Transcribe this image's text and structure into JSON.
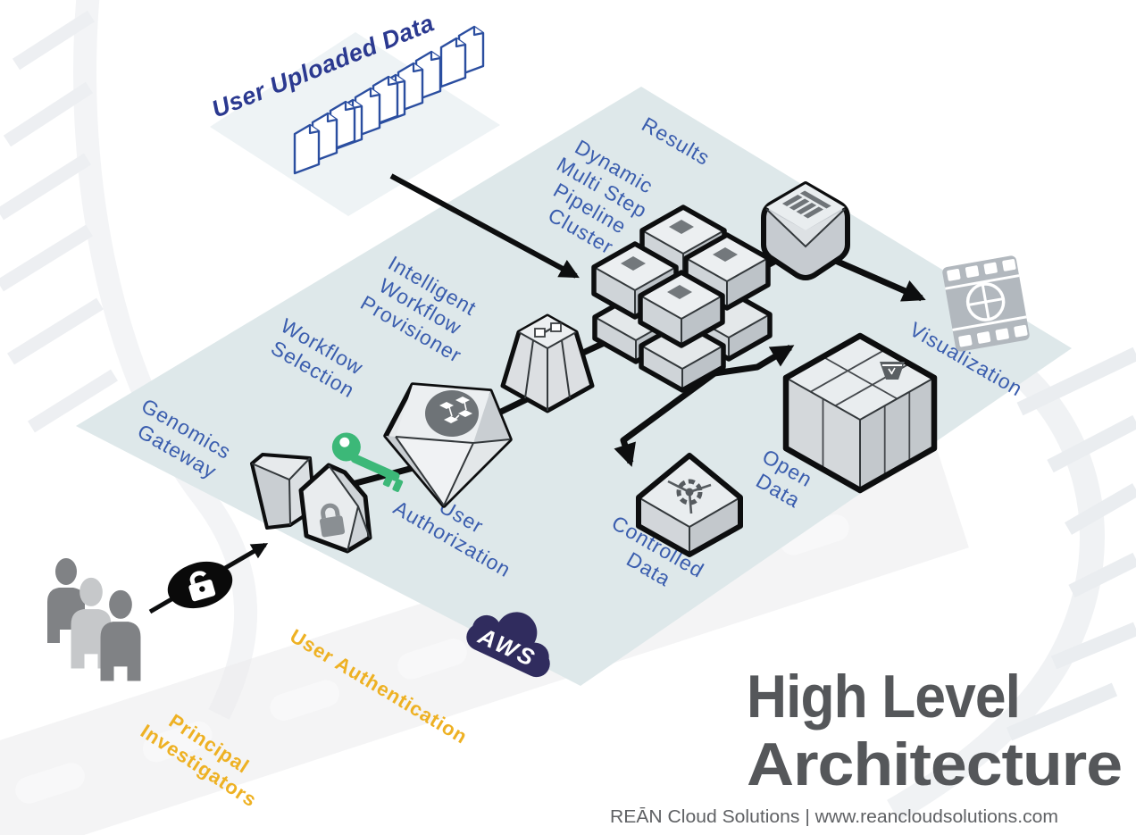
{
  "diagram": {
    "labels": {
      "user_uploaded_data": "User Uploaded Data",
      "results": "Results",
      "pipeline": [
        "Dynamic",
        "Multi Step",
        "Pipeline",
        "Cluster"
      ],
      "provisioner": [
        "Intelligent",
        "Workflow",
        "Provisioner"
      ],
      "workflow_selection": [
        "Workflow",
        "Selection"
      ],
      "genomics_gateway": [
        "Genomics",
        "Gateway"
      ],
      "user_authorization": [
        "User",
        "Authorization"
      ],
      "controlled_data": [
        "Controlled",
        "Data"
      ],
      "open_data": [
        "Open",
        "Data"
      ],
      "visualization": "Visualization",
      "user_authentication": "User Authentication",
      "principal_investigators": [
        "Principal",
        "Investigators"
      ],
      "aws": "AWS"
    },
    "colors": {
      "plane": "#dee8ea",
      "doc_plane": "#eef3f5",
      "label_blue": "#3a5dae",
      "uploaded_navy": "#2b3990",
      "accent_yellow": "#eeb123",
      "key_green": "#3cb878",
      "aws_navy": "#302c5e",
      "doc_outline_blue": "#2b4ea0",
      "title_gray": "#55575a"
    }
  },
  "title": {
    "line1": "High Level",
    "line2": "Architecture"
  },
  "footer": "REĀN Cloud Solutions | www.reancloudsolutions.com"
}
